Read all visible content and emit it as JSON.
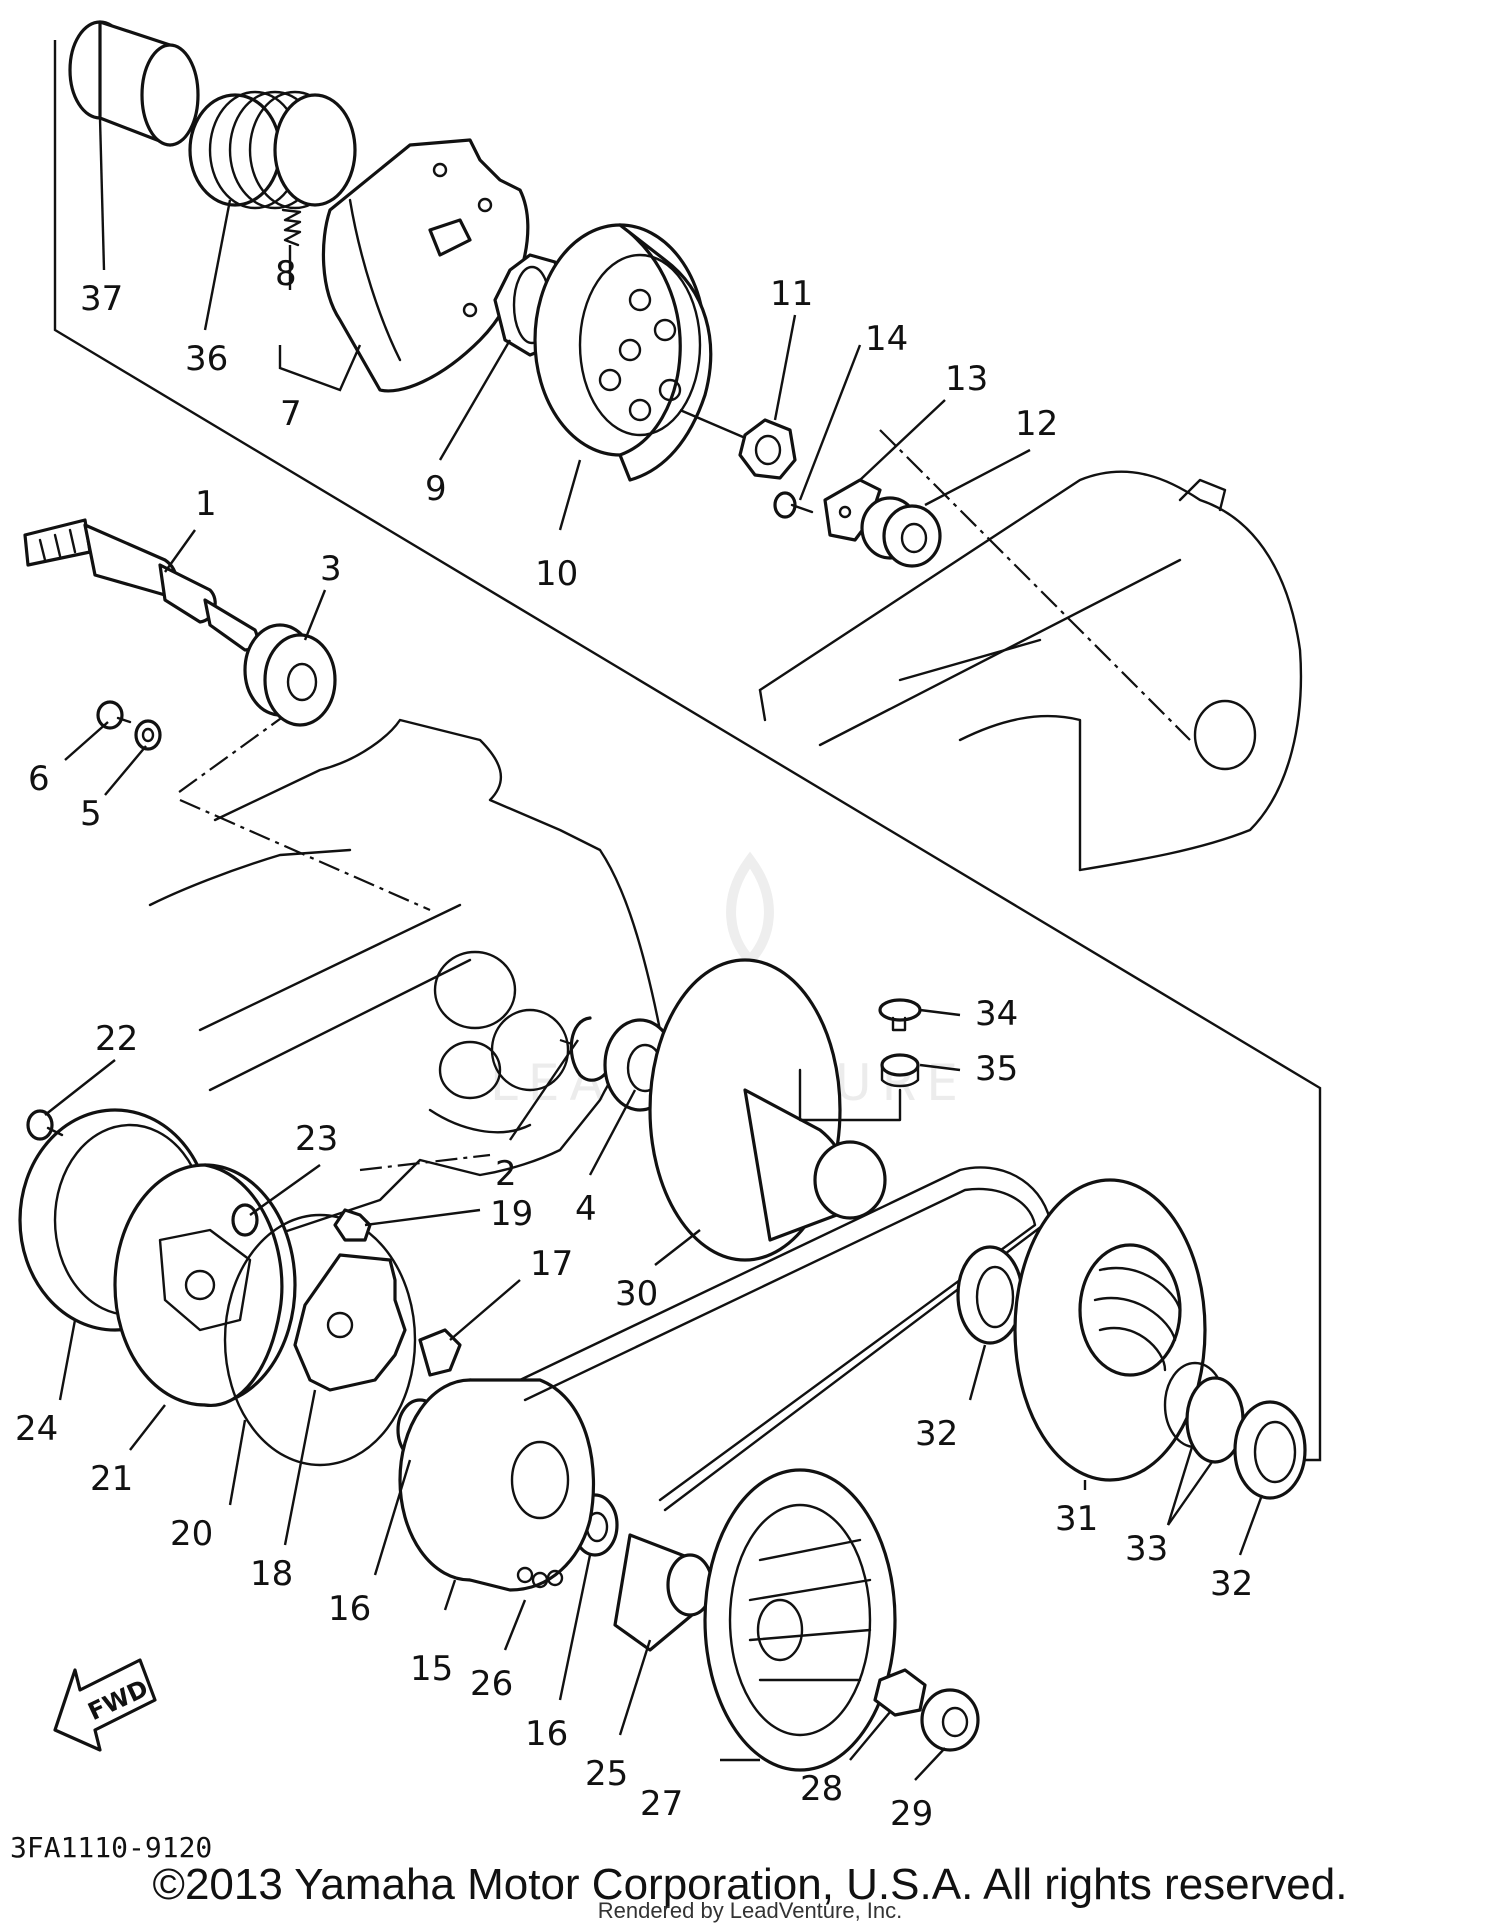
{
  "callouts": [
    {
      "label": "1"
    },
    {
      "label": "2"
    },
    {
      "label": "3"
    },
    {
      "label": "4"
    },
    {
      "label": "5"
    },
    {
      "label": "6"
    },
    {
      "label": "7"
    },
    {
      "label": "8"
    },
    {
      "label": "9"
    },
    {
      "label": "10"
    },
    {
      "label": "11"
    },
    {
      "label": "12"
    },
    {
      "label": "13"
    },
    {
      "label": "14"
    },
    {
      "label": "15"
    },
    {
      "label": "16"
    },
    {
      "label": "16"
    },
    {
      "label": "17"
    },
    {
      "label": "18"
    },
    {
      "label": "19"
    },
    {
      "label": "20"
    },
    {
      "label": "21"
    },
    {
      "label": "22"
    },
    {
      "label": "23"
    },
    {
      "label": "24"
    },
    {
      "label": "25"
    },
    {
      "label": "26"
    },
    {
      "label": "27"
    },
    {
      "label": "28"
    },
    {
      "label": "29"
    },
    {
      "label": "30"
    },
    {
      "label": "31"
    },
    {
      "label": "32"
    },
    {
      "label": "32"
    },
    {
      "label": "33"
    },
    {
      "label": "34"
    },
    {
      "label": "35"
    },
    {
      "label": "36"
    },
    {
      "label": "37"
    }
  ],
  "fwd_label": "FWD",
  "diagram_code": "3FA1110-9120",
  "copyright": "©2013 Yamaha Motor Corporation, U.S.A. All rights reserved.",
  "rendered_by": "Rendered by LeadVenture, Inc.",
  "watermark_text": "LEADVENTURE",
  "colors": {
    "line": "#111111",
    "background": "#ffffff",
    "watermark": "#eeeeee"
  }
}
